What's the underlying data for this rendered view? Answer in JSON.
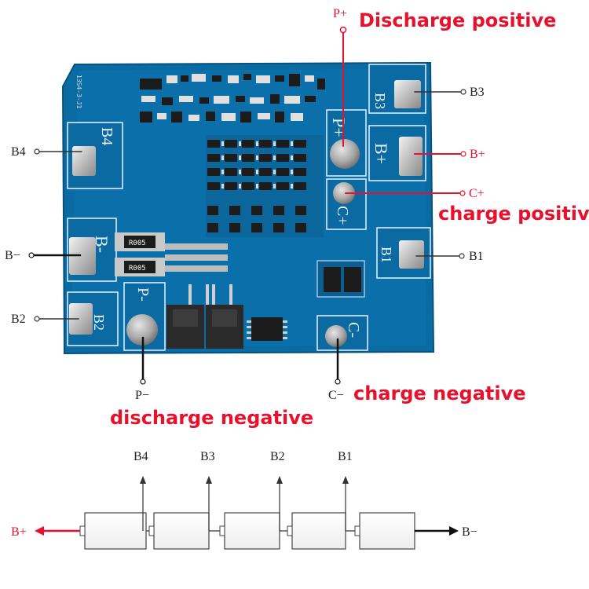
{
  "colors": {
    "board": "#0b6fa8",
    "board_dark": "#075583",
    "accent_red": "#e8102a",
    "line": "#333333"
  },
  "board": {
    "silkscreen_id": "13S4-3-J1",
    "pads": {
      "b3": "B3",
      "b_plus": "B+",
      "b4": "B4",
      "b_minus": "B-",
      "b2": "B2",
      "b1": "B1",
      "p_minus": "P-",
      "p_plus": "P+",
      "c_plus": "C+",
      "c_minus": "C-"
    },
    "resistors": [
      "R005",
      "R005"
    ]
  },
  "callouts": {
    "discharge_positive": "Discharge positive",
    "charge_positive": "charge positive",
    "discharge_negative": "discharge negative",
    "charge_negative": "charge negative"
  },
  "terminals": {
    "p_plus": "P+",
    "b3": "B3",
    "b4": "B4",
    "b_plus": "B+",
    "c_plus": "C+",
    "b_minus": "B−",
    "b1": "B1",
    "b2": "B2",
    "p_minus": "P−",
    "c_minus": "C−"
  },
  "cell_diagram": {
    "taps": [
      "B4",
      "B3",
      "B2",
      "B1"
    ],
    "left_terminal": "B+",
    "right_terminal": "B−"
  }
}
